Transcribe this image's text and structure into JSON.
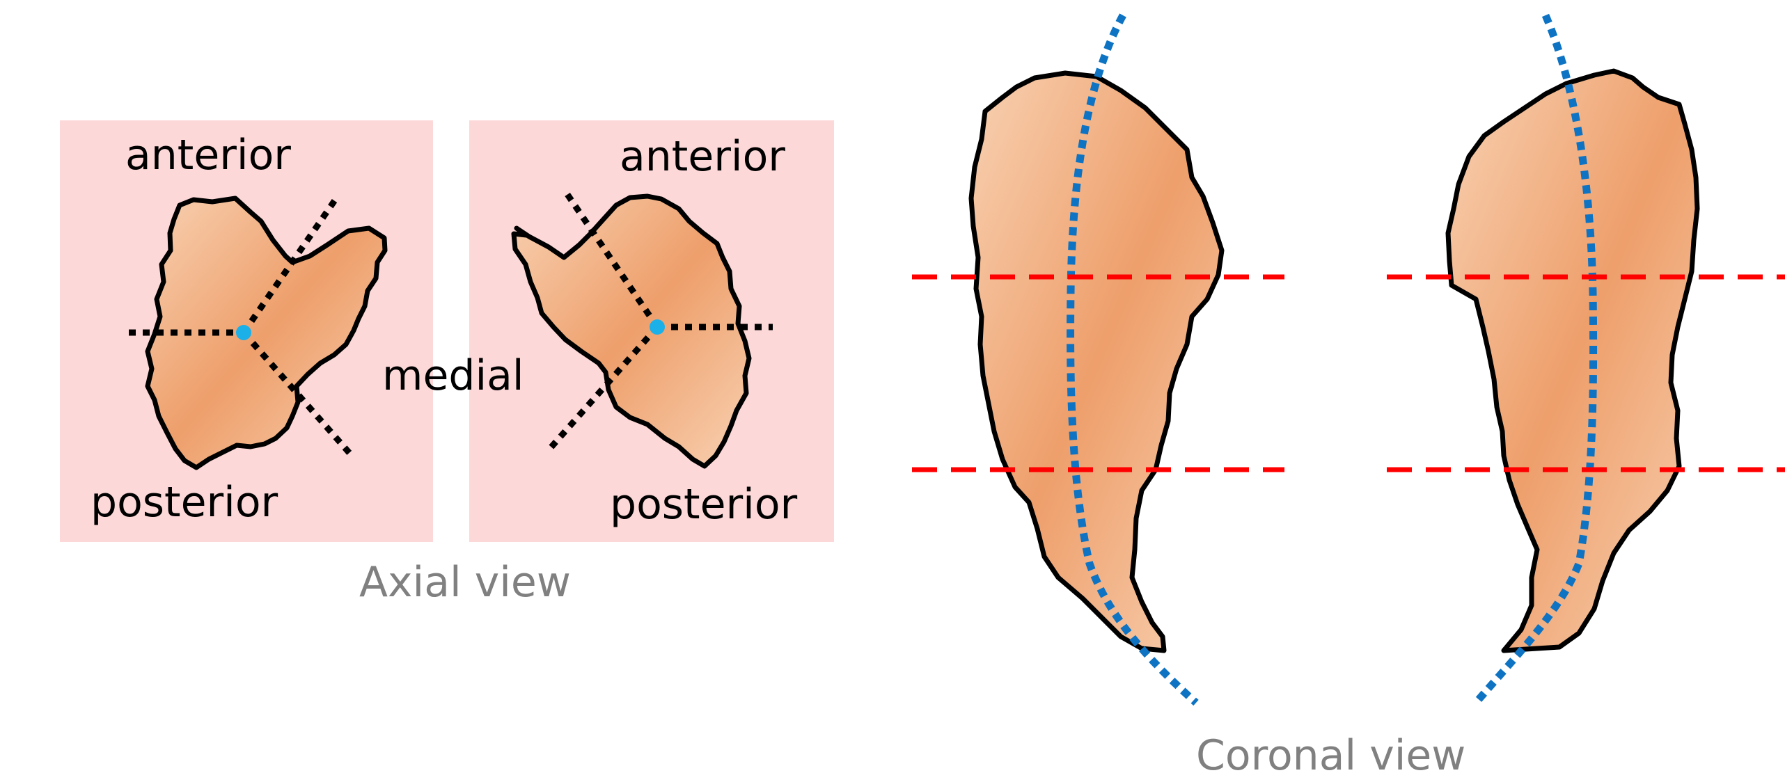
{
  "axial": {
    "left_panel": {
      "anterior": "anterior",
      "posterior": "posterior"
    },
    "right_panel": {
      "anterior": "anterior",
      "posterior": "posterior"
    },
    "center_label": "medial",
    "caption": "Axial view"
  },
  "coronal": {
    "caption": "Coronal view"
  },
  "colors": {
    "panel_bg": "#fdd8d8",
    "shape_fill_light": "#f7cba9",
    "shape_fill_dark": "#ee9f6b",
    "outline": "#000000",
    "axis_line": "#0d73c2",
    "cut_line": "#ff0000",
    "center_dot": "#1cb0e8",
    "text": "#000000",
    "caption_text": "#808080"
  }
}
